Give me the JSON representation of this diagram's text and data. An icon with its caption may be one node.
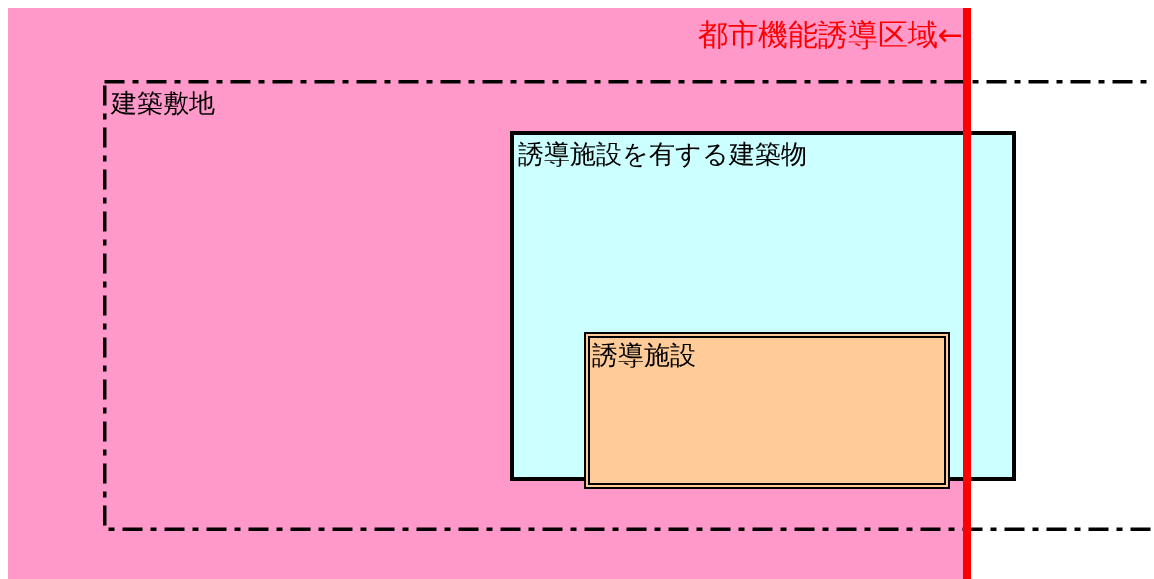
{
  "diagram": {
    "nodes": [
      {
        "text": [
          "都市機能誘導区域←"
        ]
      },
      {
        "text": [
          "建築敷地"
        ]
      },
      {
        "text": [
          "誘導施設を有する建築物"
        ],
        "in": 1
      },
      {
        "text": [
          "誘導施設"
        ],
        "in": 2
      }
    ]
  }
}
